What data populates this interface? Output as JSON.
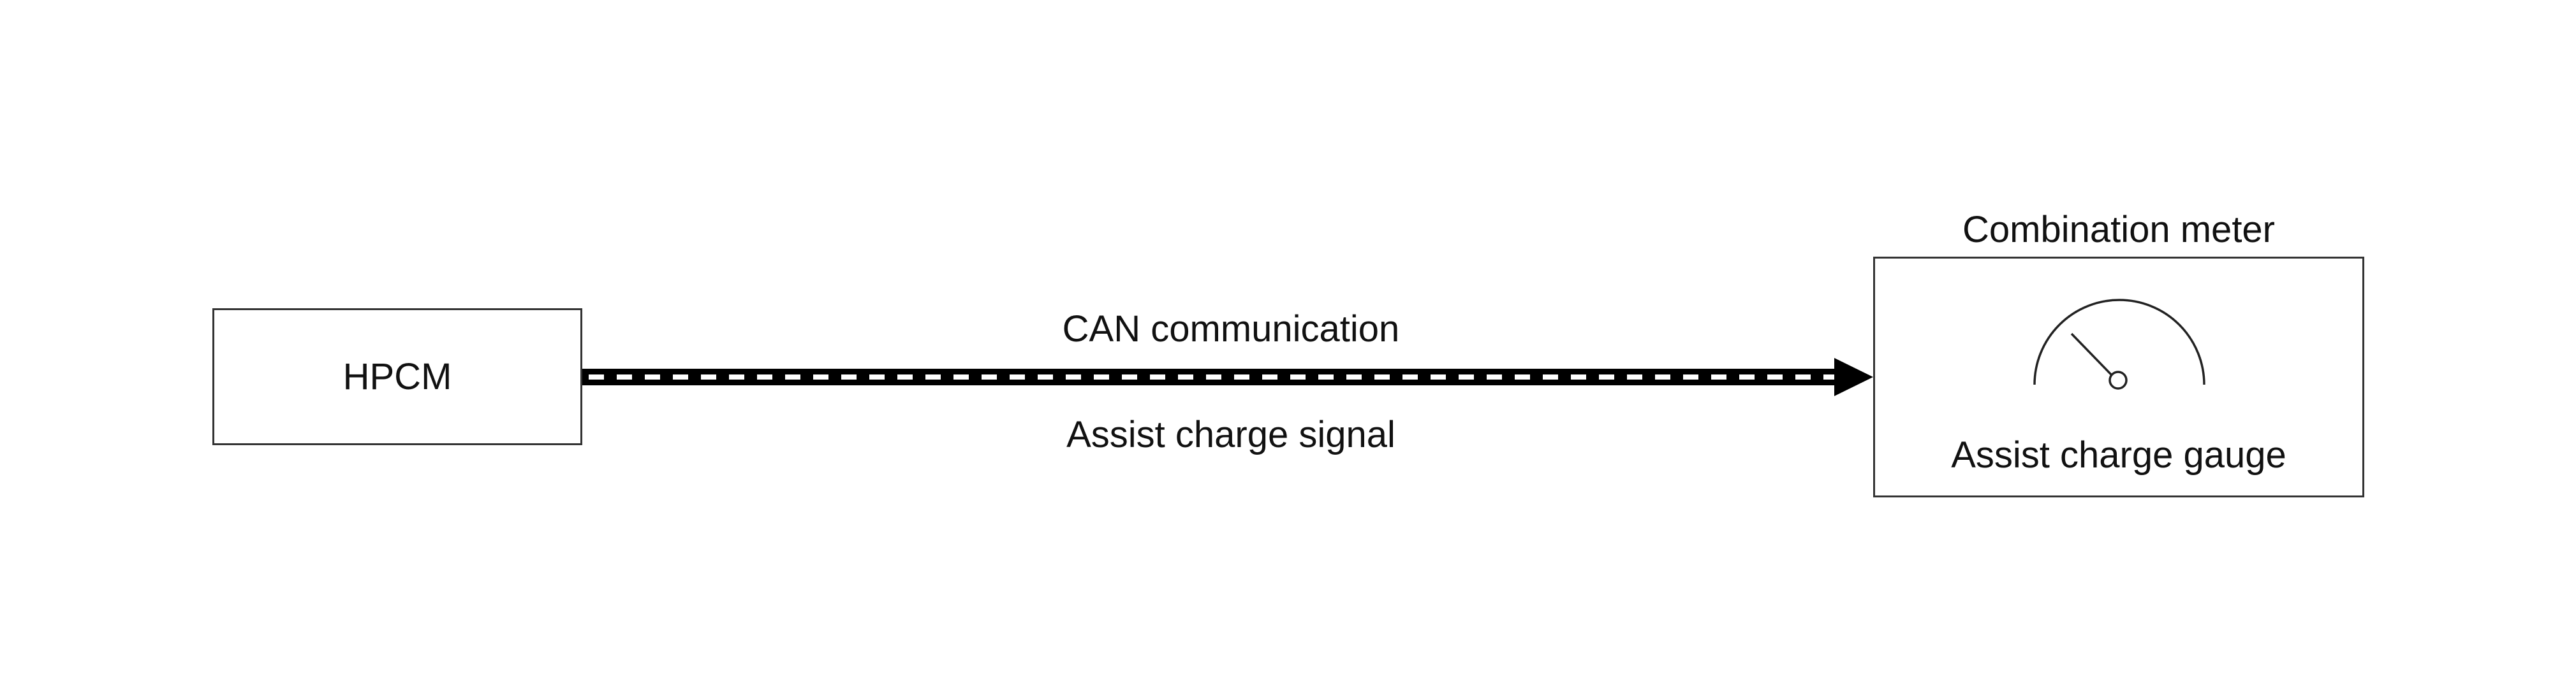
{
  "diagram": {
    "source_block": {
      "label": "HPCM"
    },
    "connection": {
      "protocol_label": "CAN communication",
      "signal_label": "Assist charge signal"
    },
    "target_block": {
      "title": "Combination meter",
      "gauge_label": "Assist charge gauge"
    }
  }
}
